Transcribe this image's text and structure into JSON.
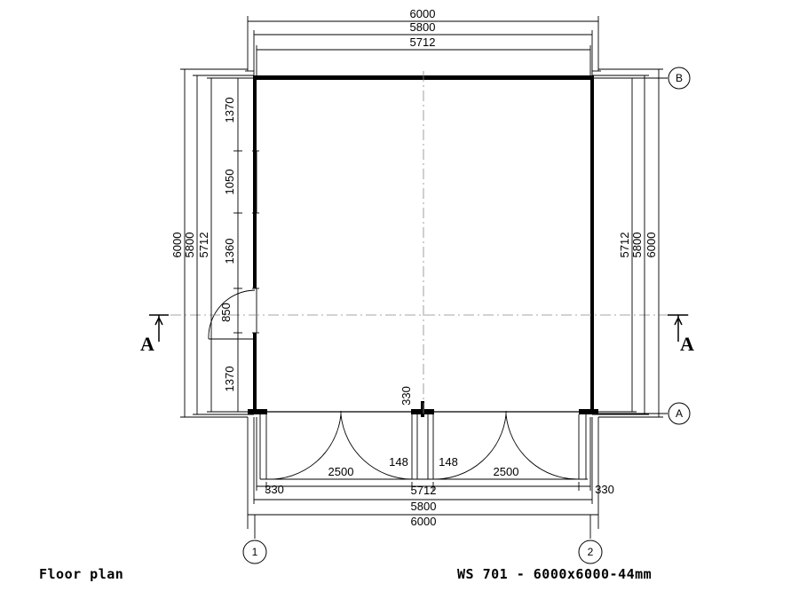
{
  "captions": {
    "left": "Floor plan",
    "right": "WS 701 - 6000x6000-44mm"
  },
  "grid_labels": {
    "B": "B",
    "A": "A",
    "one": "1",
    "two": "2"
  },
  "section_marks": {
    "left": "A",
    "right": "A"
  },
  "dimensions": {
    "top": [
      "6000",
      "5800",
      "5712"
    ],
    "left_outer": [
      "6000",
      "5800",
      "5712"
    ],
    "left_segments": [
      "1370",
      "1050",
      "1360",
      "850",
      "1370"
    ],
    "right": [
      "5712",
      "5800",
      "6000"
    ],
    "bottom_inner": [
      "330",
      "2500",
      "148",
      "148",
      "2500",
      "330"
    ],
    "bottom_outer": [
      "5712",
      "5800",
      "6000"
    ],
    "post": "330"
  }
}
